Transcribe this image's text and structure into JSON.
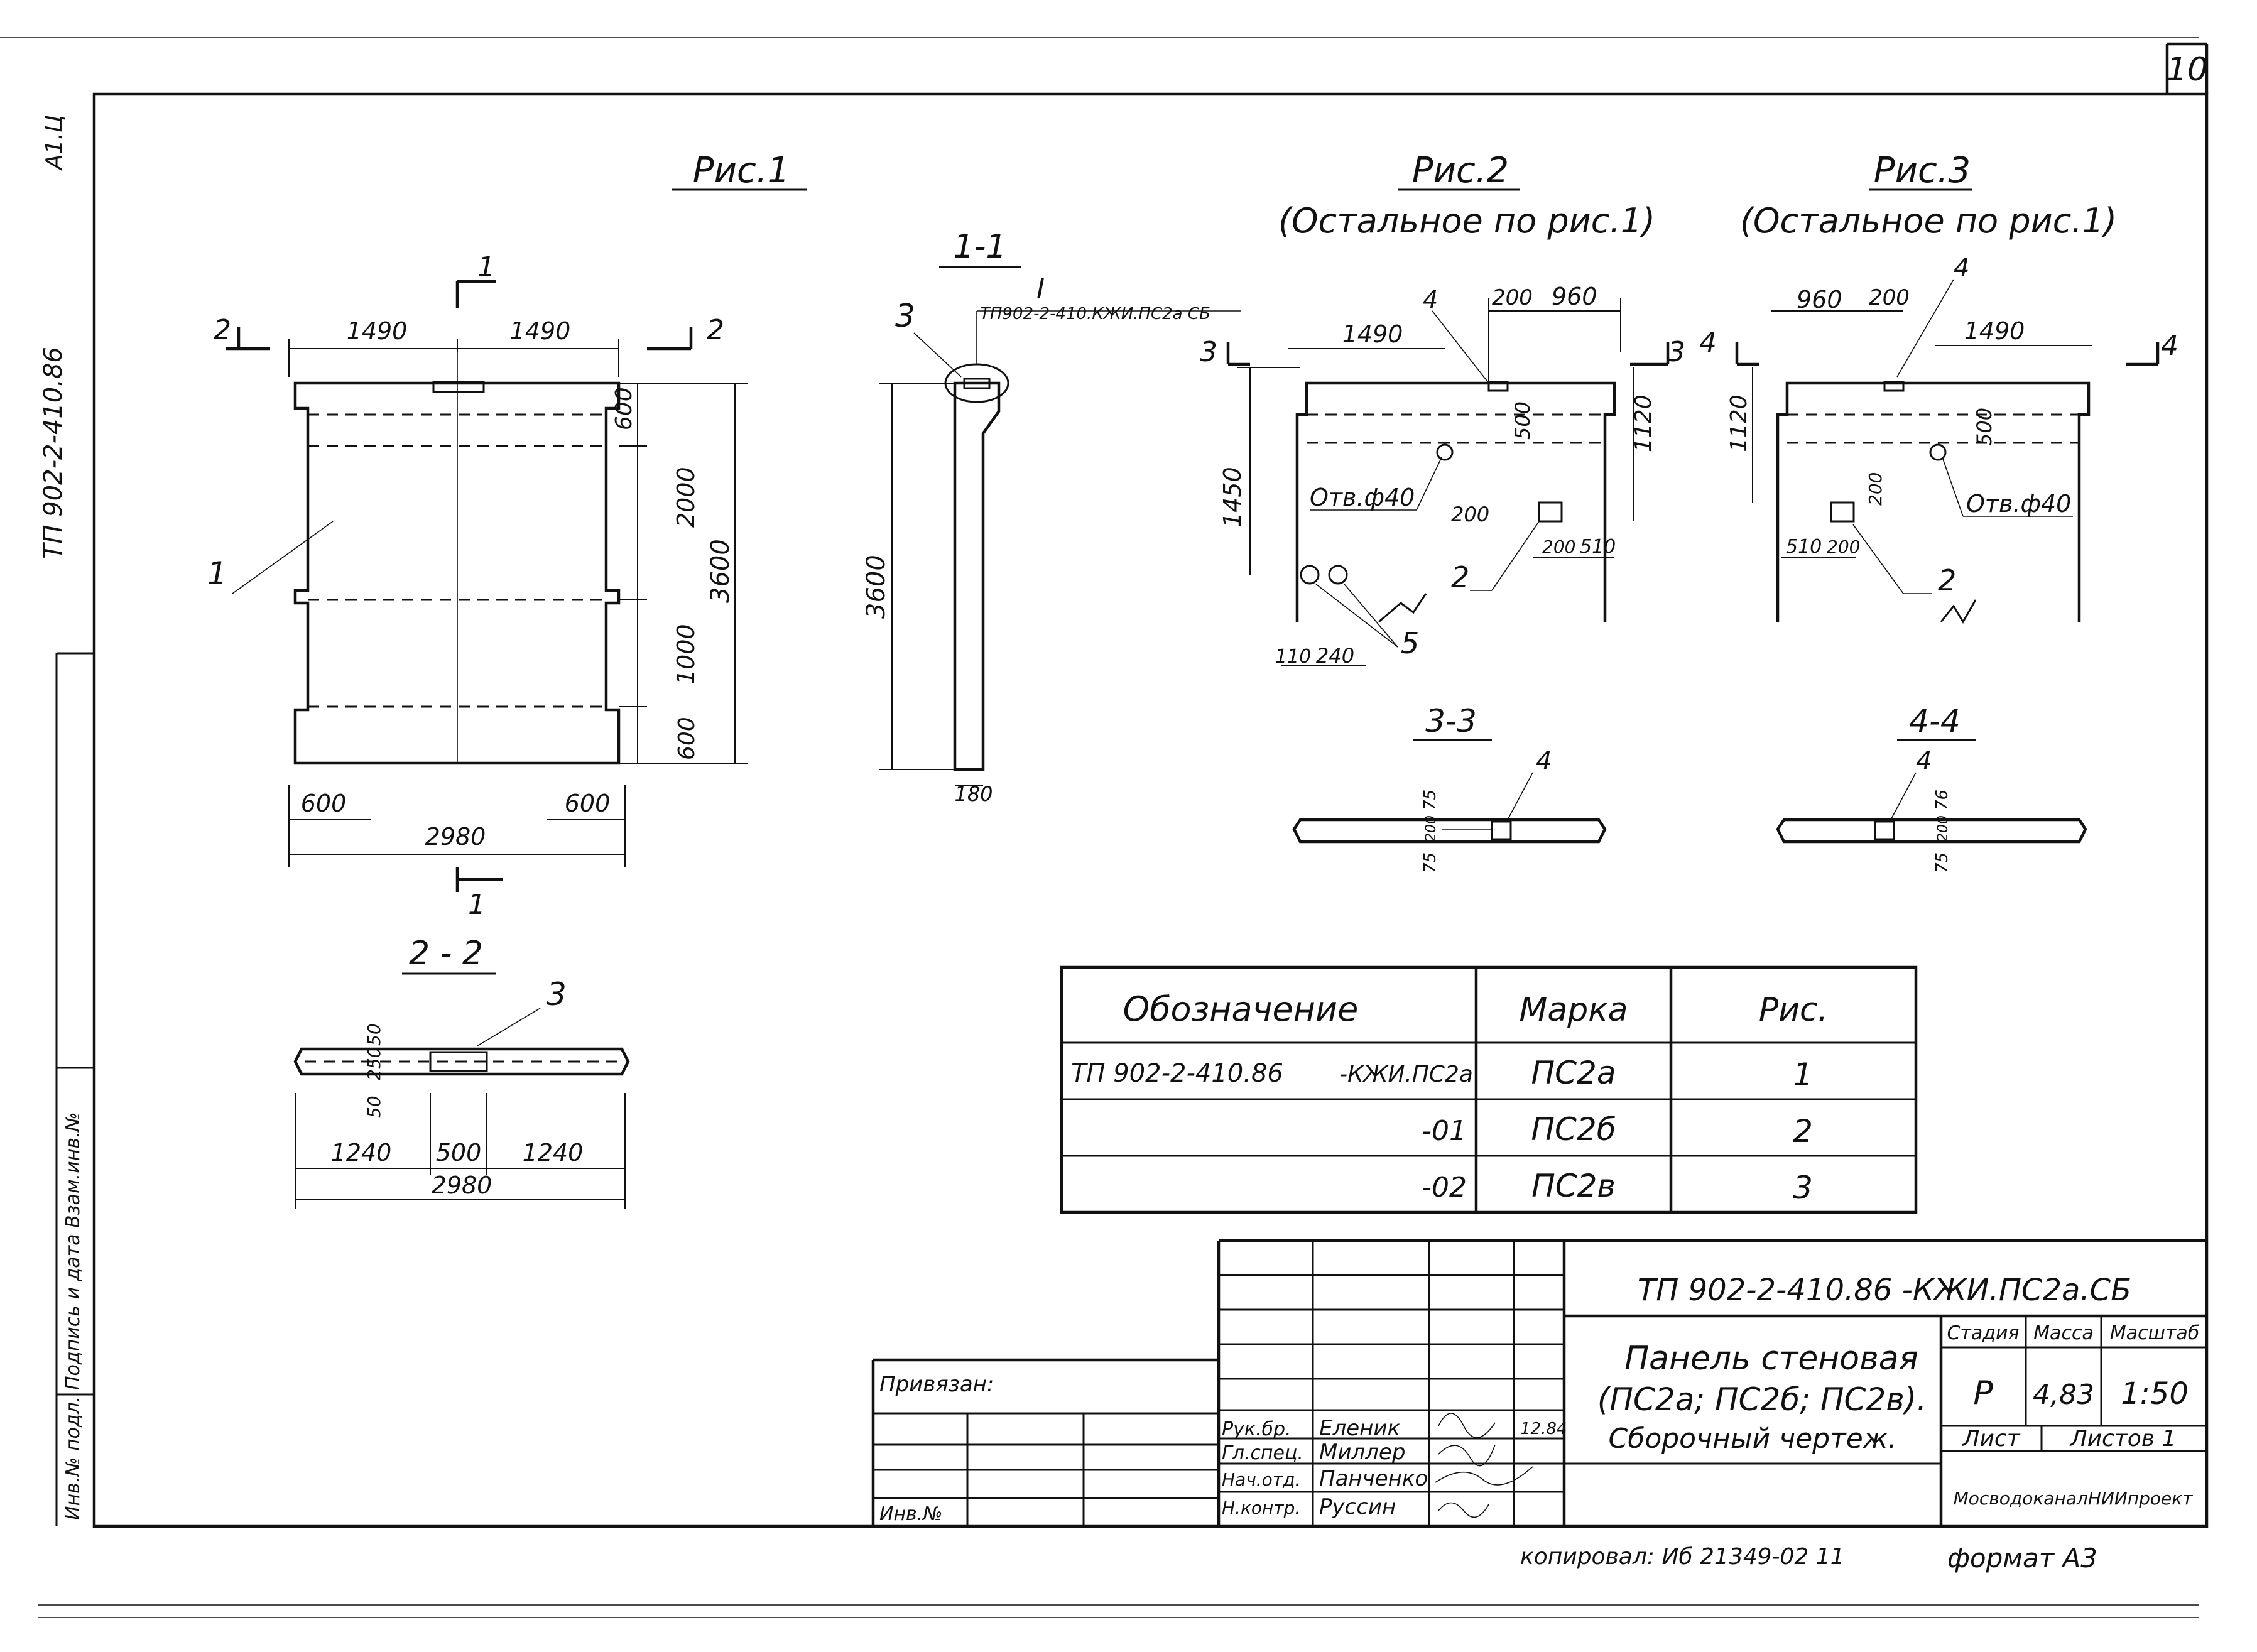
{
  "sheet": {
    "number": "10",
    "side_code": "ТП 902-2-410.86",
    "side_format": "А1.Ц",
    "side_stamp": "Инв.№ подл. Подпись и дата Взам.инв.№",
    "copied_by": "копировал: Иб 21349-02 11",
    "format": "формат А3"
  },
  "fig1": {
    "title": "Рис.1",
    "dims_top": [
      "1490",
      "1490"
    ],
    "dims_right": [
      "600",
      "2000",
      "1000",
      "600",
      "3600"
    ],
    "dims_bottom": [
      "600",
      "600",
      "2980"
    ],
    "section_mark_1": "1",
    "section_mark_2": "2",
    "item_label": "1"
  },
  "sec11": {
    "title": "1-1",
    "node_mark": "I",
    "node_ref": "ТП902-2-410.КЖИ.ПС2а СБ",
    "item_label": "3",
    "dim_height": "3600",
    "dim_thick": "180"
  },
  "sec22": {
    "title": "2 - 2",
    "item_label": "3",
    "dims_vert": [
      "50",
      "250",
      "50"
    ],
    "dims_bottom": [
      "1240",
      "500",
      "1240",
      "2980"
    ]
  },
  "fig2": {
    "title": "Рис.2",
    "subtitle": "(Остальное по рис.1)",
    "dims": [
      "4",
      "200",
      "960",
      "1490",
      "500",
      "1120",
      "1450",
      "200",
      "200",
      "510",
      "110",
      "240"
    ],
    "hole": "Отв.ф40",
    "labels": [
      "2",
      "5",
      "3"
    ]
  },
  "fig3": {
    "title": "Рис.3",
    "subtitle": "(Остальное по рис.1)",
    "dims": [
      "4",
      "960",
      "200",
      "1490",
      "500",
      "1120",
      "200",
      "510",
      "200"
    ],
    "hole": "Отв.ф40",
    "labels": [
      "2",
      "4"
    ]
  },
  "sec33": {
    "title": "3-3",
    "item_label": "4",
    "dims": [
      "75",
      "200",
      "75"
    ]
  },
  "sec44": {
    "title": "4-4",
    "item_label": "4",
    "dims": [
      "76",
      "200",
      "75"
    ]
  },
  "table": {
    "headers": [
      "Обозначение",
      "Марка",
      "Рис."
    ],
    "rows": [
      {
        "code": "ТП 902-2-410.86",
        "suffix": "-КЖИ.ПС2а",
        "mark": "ПС2а",
        "fig": "1"
      },
      {
        "code": "",
        "suffix": "-01",
        "mark": "ПС2б",
        "fig": "2"
      },
      {
        "code": "",
        "suffix": "-02",
        "mark": "ПС2в",
        "fig": "3"
      }
    ]
  },
  "title_block": {
    "doc_code": "ТП 902-2-410.86 -КЖИ.ПС2а.СБ",
    "name_line1": "Панель стеновая",
    "name_line2": "(ПС2а; ПС2б; ПС2в).",
    "name_line3": "Сборочный чертеж.",
    "stage_h": "Стадия",
    "mass_h": "Масса",
    "scale_h": "Масштаб",
    "stage": "Р",
    "mass": "4,83",
    "scale": "1:50",
    "sheet_h": "Лист",
    "sheets_h": "Листов 1",
    "org": "МосводоканалНИИпроект",
    "bound": "Привязан:",
    "inv": "Инв.№",
    "people": [
      {
        "role": "Рук.бр.",
        "name": "Еленик",
        "date": "12.84"
      },
      {
        "role": "Гл.спец.",
        "name": "Миллер",
        "date": ""
      },
      {
        "role": "Нач.отд.",
        "name": "Панченко",
        "date": ""
      },
      {
        "role": "Н.контр.",
        "name": "Руссин",
        "date": ""
      }
    ]
  }
}
